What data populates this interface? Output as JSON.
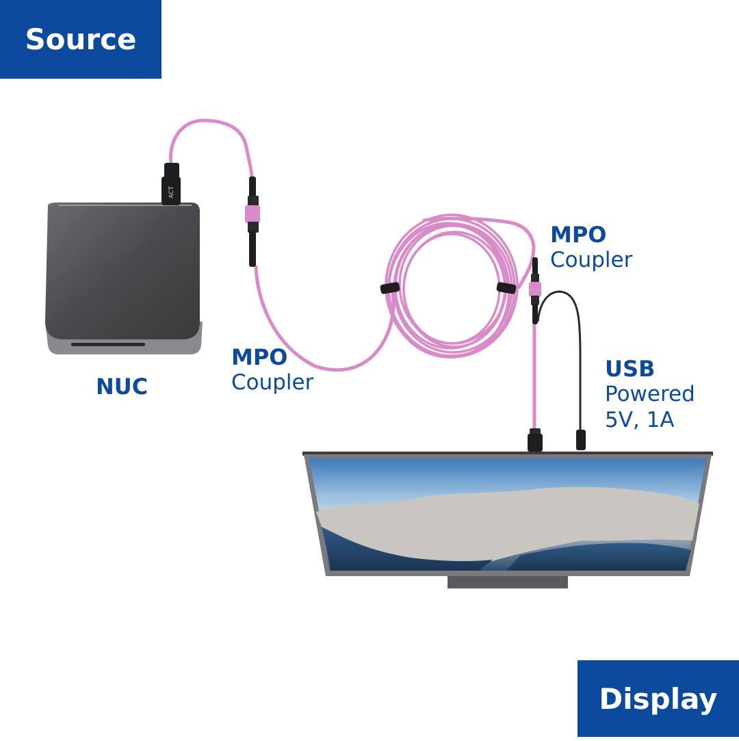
{
  "badges": {
    "source": "Source",
    "display": "Display"
  },
  "labels": {
    "nuc": "NUC",
    "mpo_left": {
      "title": "MPO",
      "subtitle": "Coupler"
    },
    "mpo_right": {
      "title": "MPO",
      "subtitle": "Coupler"
    },
    "usb": {
      "title": "USB",
      "line1": "Powered",
      "line2": "5V, 1A"
    }
  },
  "connector_brand": "ACT",
  "colors": {
    "brand_blue": "#0b4a9c",
    "fiber_pink": "#d98ac9",
    "nuc_body": "#4a4a4d",
    "connector_black": "#1e1e20"
  }
}
